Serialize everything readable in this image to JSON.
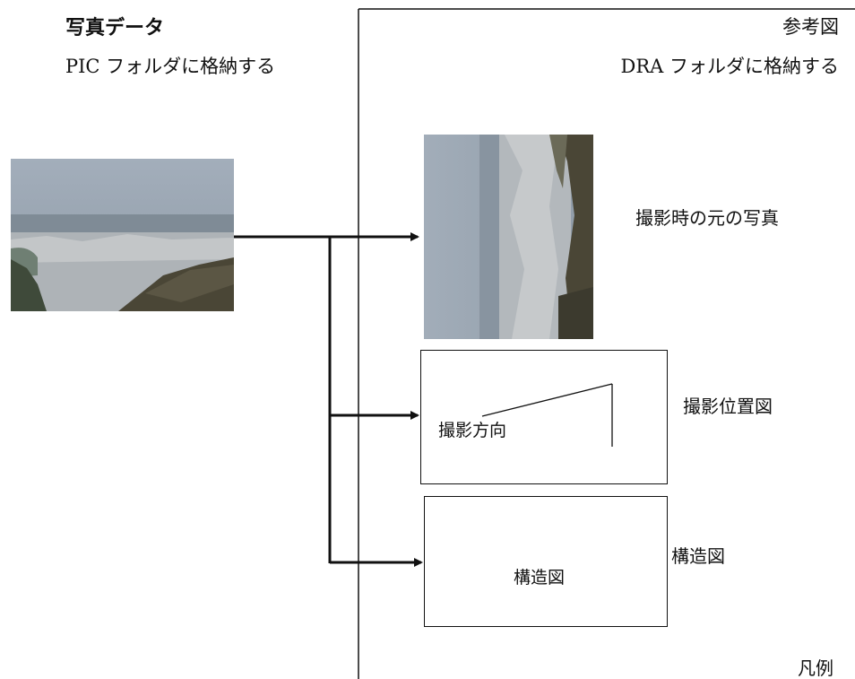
{
  "left_panel": {
    "title": "写真データ",
    "subtitle": "PIC フォルダに格納する"
  },
  "right_panel": {
    "title": "参考図",
    "subtitle": "DRA フォルダに格納する",
    "legend_label": "凡例"
  },
  "items": {
    "original_photo_label": "撮影時の元の写真",
    "position_map_label": "撮影位置図",
    "shooting_direction_label": "撮影方向",
    "structure_label": "構造図",
    "structure_box_text": "構造図"
  },
  "colors": {
    "sky": "#9aa7b4",
    "city": "#b8bcc0",
    "hill": "#4a4636",
    "line": "#111111"
  }
}
